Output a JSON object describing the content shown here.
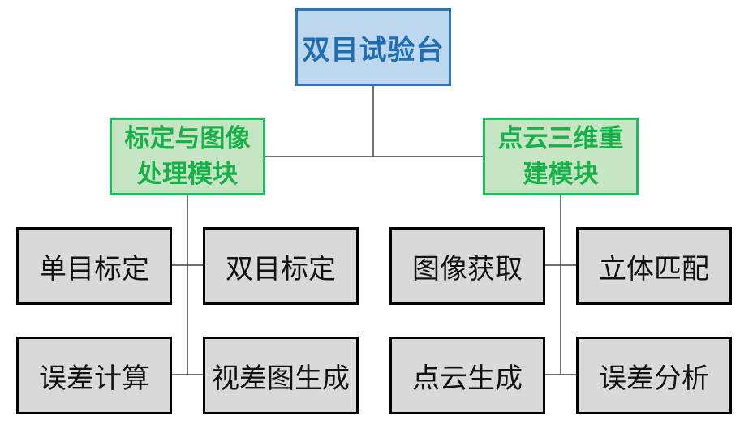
{
  "root": {
    "label": "双目试验台"
  },
  "modules": [
    {
      "label": "标定与图像\n处理模块",
      "children": [
        "单目标定",
        "双目标定",
        "误差计算",
        "视差图生成"
      ]
    },
    {
      "label": "点云三维重\n建模块",
      "children": [
        "图像获取",
        "立体匹配",
        "点云生成",
        "误差分析"
      ]
    }
  ],
  "colors": {
    "root_fill": "#bdd7ee",
    "root_border": "#2e75b6",
    "root_text": "#1f6eb4",
    "module_fill": "#c6e5c2",
    "module_border": "#1ebd5a",
    "module_text": "#18b04a",
    "leaf_fill": "#d9d9d9",
    "leaf_border": "#000000",
    "connector": "#404040"
  }
}
